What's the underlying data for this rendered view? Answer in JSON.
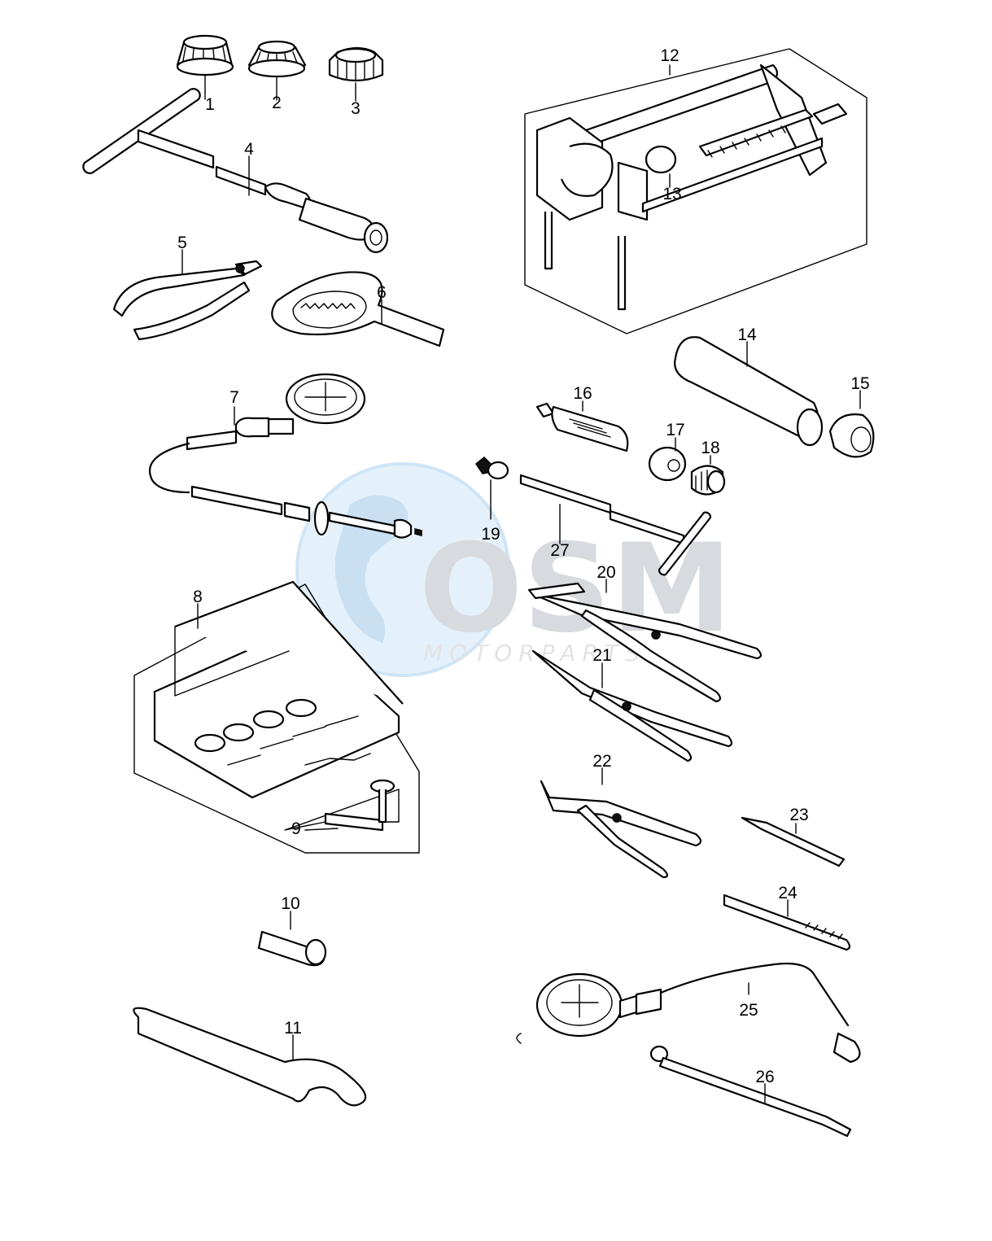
{
  "watermark": {
    "logo": "OSM",
    "subtitle": "MOTORPARTS",
    "globe_color": "#a9d0ef",
    "text_color": "#c0c4ca"
  },
  "callouts": [
    {
      "id": "1",
      "text": "1"
    },
    {
      "id": "2",
      "text": "2"
    },
    {
      "id": "3",
      "text": "3"
    },
    {
      "id": "4",
      "text": "4"
    },
    {
      "id": "5",
      "text": "5"
    },
    {
      "id": "6",
      "text": "6"
    },
    {
      "id": "7",
      "text": "7"
    },
    {
      "id": "8",
      "text": "8"
    },
    {
      "id": "9",
      "text": "9"
    },
    {
      "id": "10",
      "text": "10"
    },
    {
      "id": "11",
      "text": "11"
    },
    {
      "id": "12",
      "text": "12"
    },
    {
      "id": "13",
      "text": "13"
    },
    {
      "id": "14",
      "text": "14"
    },
    {
      "id": "15",
      "text": "15"
    },
    {
      "id": "16",
      "text": "16"
    },
    {
      "id": "17",
      "text": "17"
    },
    {
      "id": "18",
      "text": "18"
    },
    {
      "id": "19",
      "text": "19"
    },
    {
      "id": "20",
      "text": "20"
    },
    {
      "id": "21",
      "text": "21"
    },
    {
      "id": "22",
      "text": "22"
    },
    {
      "id": "23",
      "text": "23"
    },
    {
      "id": "24",
      "text": "24"
    },
    {
      "id": "25",
      "text": "25"
    },
    {
      "id": "26",
      "text": "26"
    },
    {
      "id": "27",
      "text": "27"
    }
  ]
}
